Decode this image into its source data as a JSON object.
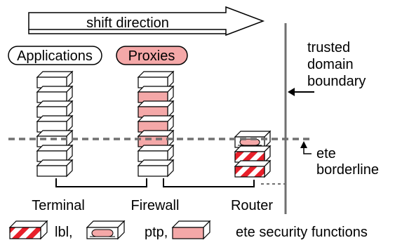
{
  "diagram": {
    "shift_arrow_label": "shift direction",
    "pill_applications": "Applications",
    "pill_proxies": "Proxies",
    "node_terminal": "Terminal",
    "node_firewall": "Firewall",
    "node_router": "Router",
    "boundary_label_line1": "trusted",
    "boundary_label_line2": "domain",
    "boundary_label_line3": "boundary",
    "borderline_label_line1": "ete",
    "borderline_label_line2": "borderline",
    "legend_lbl": "lbl,",
    "legend_ptp": "ptp,",
    "legend_ete": "ete security functions",
    "colors": {
      "pink": "#f4a8a8",
      "hatch_red": "#e8202a",
      "dash_grey": "#707070",
      "line": "#000000"
    }
  }
}
